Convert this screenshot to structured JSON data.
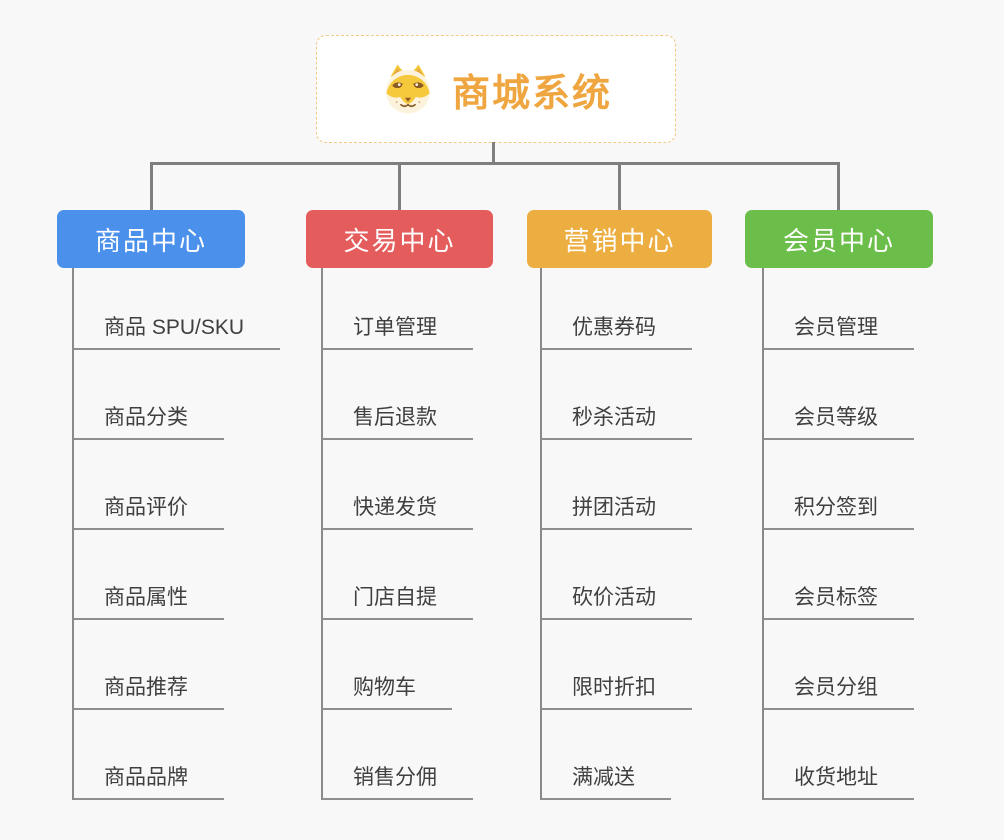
{
  "page": {
    "background": "#f8f8f8",
    "connector_color": "#7f7f7f"
  },
  "root": {
    "title": "商城系统",
    "icon": "dog-face-icon",
    "title_color": "#f0a640",
    "border_color": "#f2c887"
  },
  "branches": [
    {
      "label": "商品中心",
      "color": "#4b91ec",
      "items": [
        "商品 SPU/SKU",
        "商品分类",
        "商品评价",
        "商品属性",
        "商品推荐",
        "商品品牌"
      ]
    },
    {
      "label": "交易中心",
      "color": "#e45c5c",
      "items": [
        "订单管理",
        "售后退款",
        "快递发货",
        "门店自提",
        "购物车",
        "销售分佣"
      ]
    },
    {
      "label": "营销中心",
      "color": "#edae41",
      "items": [
        "优惠券码",
        "秒杀活动",
        "拼团活动",
        "砍价活动",
        "限时折扣",
        "满减送"
      ]
    },
    {
      "label": "会员中心",
      "color": "#6cbe4a",
      "items": [
        "会员管理",
        "会员等级",
        "积分签到",
        "会员标签",
        "会员分组",
        "收货地址"
      ]
    }
  ]
}
